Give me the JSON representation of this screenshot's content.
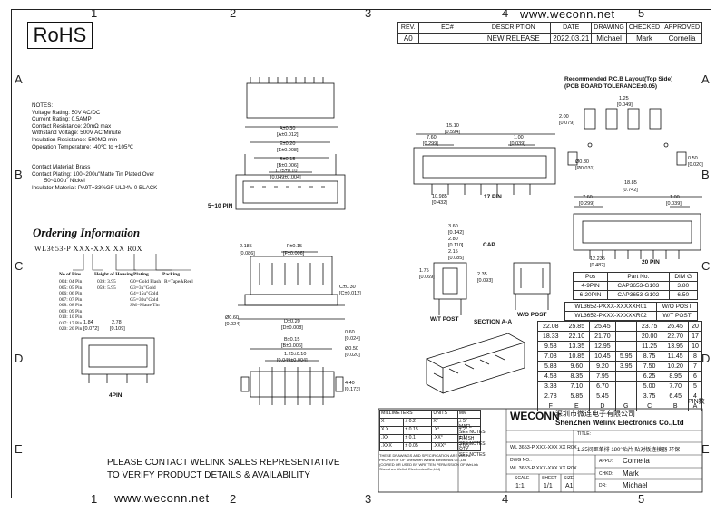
{
  "rohs": "RoHS",
  "website": "www.weconn.net",
  "zones_top": [
    "1",
    "2",
    "3",
    "4",
    "5"
  ],
  "zones_bottom": [
    "1",
    "2",
    "3",
    "4",
    "5"
  ],
  "zones_side": [
    "A",
    "B",
    "C",
    "D",
    "E"
  ],
  "revision": {
    "headers": [
      "REV.",
      "EC#",
      "DESCRIPTION",
      "DATE",
      "DRAWING",
      "CHECKED",
      "APPROVED"
    ],
    "row": [
      "A0",
      "",
      "NEW RELEASE",
      "2022.03.21",
      "Michael",
      "Mark",
      "Cornelia"
    ]
  },
  "notes": [
    "NOTES:",
    "Voltage Rating: 50V AC/DC",
    "Current Rating: 0.5AMP",
    "Contact Resistance: 20mΩ max",
    "Withstand Voltage: 500V AC/Minute",
    "Insulation Resistance: 500MΩ min",
    "Operation Temperature: -40℃ to +105℃",
    "",
    "Contact Material: Brass",
    "Contact Plating: 100~200u\"Matte Tin Plated Over",
    "        50~100u\" Nickel",
    "Insulator Material: PA9T+33%GF UL94V-0 BLACK"
  ],
  "ordering": {
    "title": "Ordering Information",
    "part_template": "WL3653-P XXX-XXX XX R0X",
    "col_titles": [
      "No.of Pins",
      "Height of Housing",
      "Plating",
      "Packing"
    ],
    "pins": [
      "004: 04 Pin",
      "005: 05 Pin",
      "006: 06 Pin",
      "007: 07 Pin",
      "008: 08 Pin",
      "009: 09 Pin",
      "010: 10 Pin",
      "017: 17 Pin",
      "020: 20 Pin"
    ],
    "heights": [
      "039: 3.95",
      "059: 5.95"
    ],
    "platings": [
      "G0=Gold Flash",
      "G3=3u\"Gold",
      "G4=15u\"Gold",
      "G5=30u\"Gold",
      "SM=Matte Tin"
    ],
    "packing": [
      "R=Tape&Reel"
    ]
  },
  "views": {
    "label_5_10": "5~10 PIN",
    "label_17": "17 PIN",
    "label_20": "20 PIN",
    "label_4": "4PIN",
    "label_wt": "W/T POST",
    "label_wo": "W/O POST",
    "label_section": "SECTION A-A",
    "label_cap": "CAP",
    "pcb_title_1": "Recommended P.C.B Layout(Top Side)",
    "pcb_title_2": "(PCB BOARD TOLERANCE±0.05)",
    "dims": {
      "a": "A±0.30",
      "a_in": "[A±0.012]",
      "e": "E±0.20",
      "e_in": "[E±0.008]",
      "b": "B±0.15",
      "b_in": "[B±0.006]",
      "p": "1.25±0.10",
      "p_in": "[0.049±0.004]",
      "f": "F±0.15",
      "f_in": "[F±0.006]",
      "d": "D±0.20",
      "d_in": "[D±0.008]",
      "h1": "2.185",
      "h1_in": "[0.086]",
      "c": "C±0.30",
      "c_in": "[C±0.012]",
      "d060": "Ø0.60",
      "d060_in": "[0.024]",
      "d050": "Ø0.50",
      "d050_in": "[0.020]",
      "d060b": "0.60",
      "d060b_in": "[0.024]",
      "r184": "1.84",
      "r184_in": "[0.072]",
      "r278": "2.78",
      "r278_in": "[0.109]",
      "r440": "4.40",
      "r440_in": "[0.173]",
      "w1510": "15.10",
      "w1510_in": "[0.594]",
      "w760": "7.60",
      "w760_in": "[0.299]",
      "w100": "1.00",
      "w100_in": "[0.039]",
      "w10985": "10.985",
      "w10985_in": "[0.432]",
      "w1885": "18.85",
      "w1885_in": "[0.742]",
      "w12235": "12.235",
      "w12235_in": "[0.482]",
      "s360": "3.60",
      "s360_in": "[0.142]",
      "s280": "2.80",
      "s280_in": "[0.110]",
      "s215": "2.15",
      "s215_in": "[0.085]",
      "s175": "1.75",
      "s175_in": "[0.069]",
      "s235": "2.35",
      "s235_in": "[0.093]",
      "p125": "1.25",
      "p125_in": "[0.049]",
      "p200": "2.00",
      "p200_in": "[0.079]",
      "p050": "0.50",
      "p050_in": "[0.020]",
      "pd080": "Ø0.80",
      "pd080_in": "[Ø0.031]"
    }
  },
  "pcb_table": {
    "headers": [
      "Pos",
      "Part No.",
      "DIM G"
    ],
    "rows": [
      [
        "4-9PIN",
        "CAP3653-G103",
        "3.80"
      ],
      [
        "6-20PIN",
        "CAP3653-G102",
        "6.50"
      ]
    ],
    "posts": [
      [
        "WL3652-PXXX-XXXXXR01",
        "W/O POST"
      ],
      [
        "WL3652-PXXX-XXXXXR02",
        "W/T POST"
      ]
    ]
  },
  "dim_table": {
    "left_rows": [
      [
        "22.08",
        "25.85",
        "25.45"
      ],
      [
        "18.33",
        "22.10",
        "21.70"
      ],
      [
        "9.58",
        "13.35",
        "12.95"
      ],
      [
        "7.08",
        "10.85",
        "10.45"
      ],
      [
        "5.83",
        "9.60",
        "9.20"
      ],
      [
        "4.58",
        "8.35",
        "7.95"
      ],
      [
        "3.33",
        "7.10",
        "6.70"
      ],
      [
        "2.78",
        "5.85",
        "5.45"
      ]
    ],
    "g_vals": [
      "",
      "",
      "",
      "5.95",
      "3.95",
      "",
      "",
      ""
    ],
    "right_rows": [
      [
        "23.75",
        "26.45",
        "20"
      ],
      [
        "20.00",
        "22.70",
        "17"
      ],
      [
        "11.25",
        "13.95",
        "10"
      ],
      [
        "8.75",
        "11.45",
        "8"
      ],
      [
        "7.50",
        "10.20",
        "7"
      ],
      [
        "6.25",
        "8.95",
        "6"
      ],
      [
        "5.00",
        "7.70",
        "5"
      ],
      [
        "3.75",
        "6.45",
        "4"
      ]
    ],
    "footer": [
      "F",
      "E",
      "D",
      "G",
      "C",
      "B",
      "A",
      "PIN数"
    ]
  },
  "title_block": {
    "company_cn": "深圳市微连电子有限公司",
    "company_en": "ShenZhen Welink Electronics Co.,Ltd",
    "logo": "WECONN",
    "tol_header": [
      "MILLIMETERS",
      "UNITS",
      "MM"
    ],
    "tol_rows": [
      [
        "X",
        "± 0.2",
        "X°",
        "± 5°"
      ],
      [
        "X.X",
        "± 0.15",
        ".X°",
        "± 2°"
      ],
      [
        ".XX",
        "± 0.1",
        ".XX°",
        "± 1°"
      ],
      [
        ".XXX",
        "± 0.05",
        ".XXX°",
        "± 0.5°"
      ]
    ],
    "matl": "MAT'L",
    "matl_v": "SEE NOTES",
    "finish": "FINISH",
    "finish_v": "SEE NOTES",
    "qty": "QTY",
    "qty_v": "SEE NOTES",
    "title_lbl": "TITLE:",
    "title_val": "1.25间距单排 180°贴片 贴对板连接器 环保",
    "part_no": "WL 3653-P XXX-XXX XX R0X",
    "dwg_lbl": "DWG NO.:",
    "dwg_val": "WL 3653-P XXX-XXX XX R0X",
    "scale_lbl": "SCALE",
    "sheet_lbl": "SHEET",
    "size_lbl": "SIZE",
    "scale": "1:1",
    "sheet": "1/1",
    "size": "A1",
    "appd_lbl": "APPD:",
    "appd": "Cornelia",
    "chkd_lbl": "CHKD:",
    "chkd": "Mark",
    "dr_lbl": "DR:",
    "dr": "Michael",
    "disclaimer": "THESE DRAWINGS AND SPECIFICATION ARE WeLink PROPERTY OF Shenzhen Welink Electronics Co.,Ltd (COPIED OR USED BY WRITTEN PERMISSION OF WeLink Shenzhen Welink Electronics Co.,Ltd)"
  },
  "contact": [
    "PLEASE CONTACT WELINK SALES REPRESENTATIVE",
    "TO VERIFY PRODUCT DETAILS & AVAILABILITY"
  ]
}
